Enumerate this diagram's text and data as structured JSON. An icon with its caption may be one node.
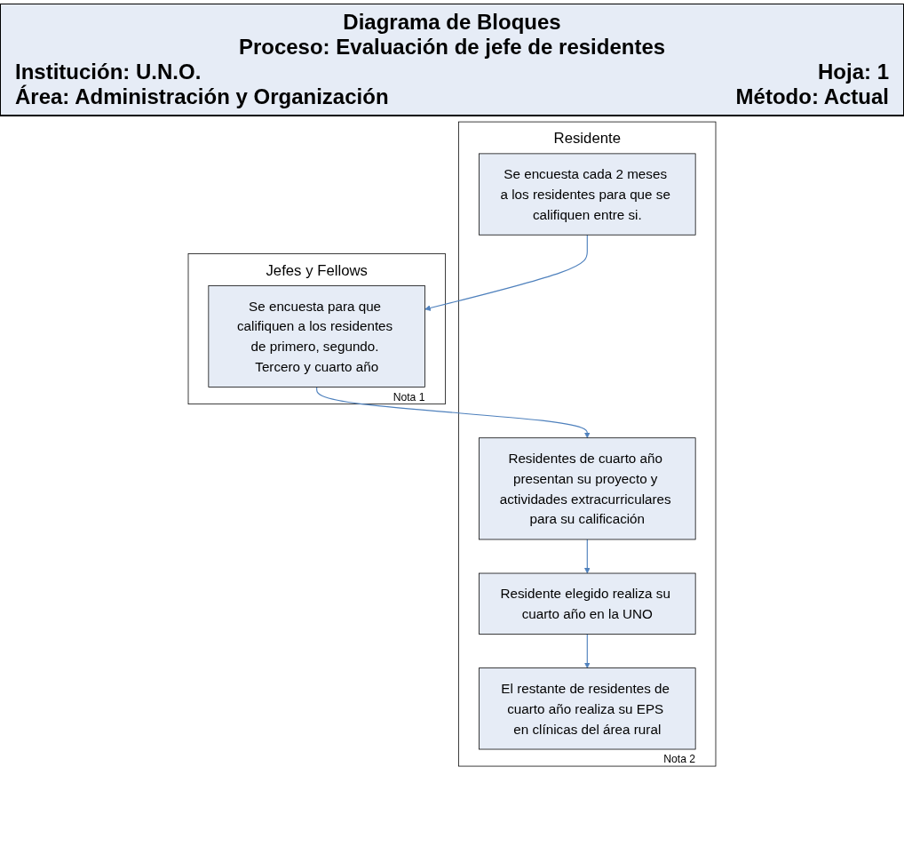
{
  "diagram": {
    "title": "Diagrama de Bloques",
    "nodes": [
      {
        "text": [
          "Residente"
        ]
      },
      {
        "text": [
          "Jefes y Fellows"
        ]
      },
      {
        "text": [
          "Se encuesta cada 2 meses a los residentes para que se califiquen entre si."
        ],
        "in": 0
      },
      {
        "text": [
          "Se encuesta para que califiquen a los residentes de primero, segundo. Tercero y cuarto año"
        ],
        "in": 1,
        "beside": [
          "Nota 1"
        ]
      },
      {
        "text": [
          "Residentes de cuarto año presentan su proyecto y actividades extracurriculares para su calificación"
        ],
        "in": 0
      },
      {
        "text": [
          "Residente elegido realiza su cuarto año en la UNO"
        ],
        "in": 0
      },
      {
        "text": [
          "El restante de residentes de cuarto año realiza su EPS en clínicas del área rural"
        ],
        "in": 0,
        "beside": [
          "Nota 2"
        ]
      }
    ],
    "edges": [
      {
        "from": 2,
        "to": 3,
        "arrow": "to"
      },
      {
        "from": 3,
        "to": 4,
        "arrow": "to"
      },
      {
        "from": 4,
        "to": 5,
        "arrow": "to"
      },
      {
        "from": 5,
        "to": 6,
        "arrow": "to"
      }
    ],
    "labels": [
      "Proceso: Evaluación de jefe de residentes",
      "Institución: U.N.O.",
      "Hoja: 1",
      "Área: Administración y Organización",
      "Método: Actual"
    ]
  }
}
